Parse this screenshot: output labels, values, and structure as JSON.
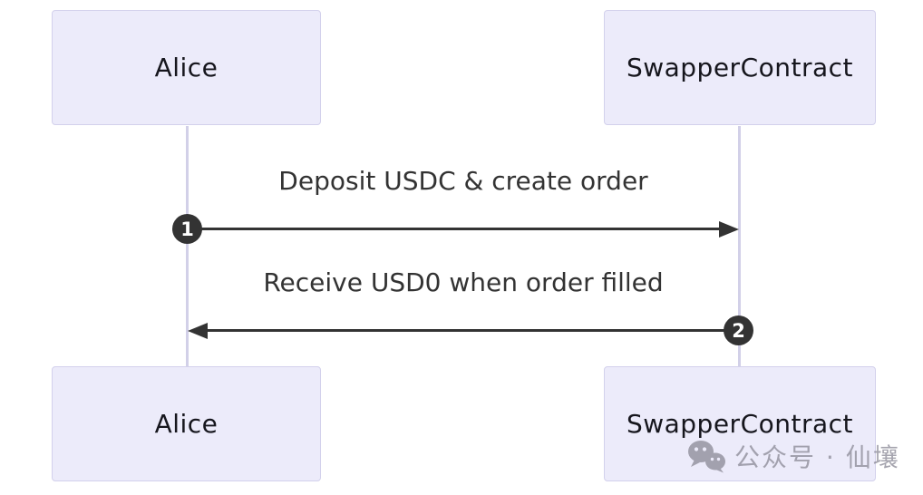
{
  "diagram": {
    "type": "sequence",
    "actors": [
      {
        "name": "Alice"
      },
      {
        "name": "SwapperContract"
      }
    ],
    "messages": [
      {
        "seq": "1",
        "from": "Alice",
        "to": "SwapperContract",
        "label": "Deposit USDC & create order",
        "direction": "right",
        "line_style": "solid"
      },
      {
        "seq": "2",
        "from": "SwapperContract",
        "to": "Alice",
        "label": "Receive USD0 when order filled",
        "direction": "left",
        "line_style": "solid"
      }
    ],
    "colors": {
      "actor_fill": "#ECEBFA",
      "actor_border": "#D3D1EC",
      "actor_text": "#16161D",
      "lifeline": "#D2D0E8",
      "arrow": "#333333",
      "badge_fill": "#333333",
      "badge_text": "#FFFFFF",
      "message_text": "#333333",
      "background": "#FFFFFF"
    }
  },
  "watermark": {
    "icon": "wechat-icon",
    "text": "公众号 · 仙壤",
    "color": "#8E8D99"
  }
}
